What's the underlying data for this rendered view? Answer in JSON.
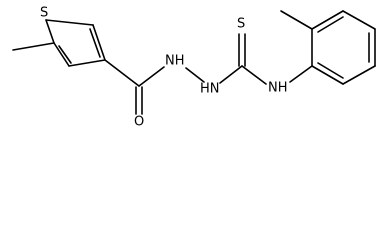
{
  "molecule": {
    "atoms": {
      "s_ring": "S",
      "o_carbonyl": "O",
      "nh_hydrazide": "NH",
      "hn_hydrazide": "HN",
      "s_thio": "S",
      "nh_aryl": "NH"
    }
  }
}
